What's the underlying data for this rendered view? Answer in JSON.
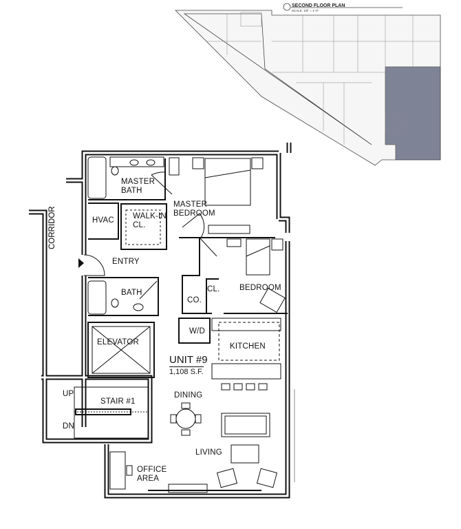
{
  "key_plan": {
    "title": "SECOND FLOOR PLAN",
    "scale": "SCALE: 1/8\" = 1'-0\"",
    "highlight_color": "#6b7086"
  },
  "unit": {
    "name": "UNIT #9",
    "area": "1,108 S.F."
  },
  "rooms": {
    "master_bath": "MASTER\nBATH",
    "master_bedroom": "MASTER\nBEDROOM",
    "hvac": "HVAC",
    "walk_in": "WALK-IN\nCL.",
    "entry": "ENTRY",
    "corridor": "CORRIDOR",
    "bath": "BATH",
    "co": "CO.",
    "cl": "CL.",
    "bedroom": "BEDROOM",
    "wd": "W/D",
    "kitchen": "KITCHEN",
    "elevator": "ELEVATOR",
    "stair": "STAIR #1",
    "up": "UP",
    "dn": "DN",
    "dining": "DINING",
    "living": "LIVING",
    "office": "OFFICE\nAREA"
  }
}
